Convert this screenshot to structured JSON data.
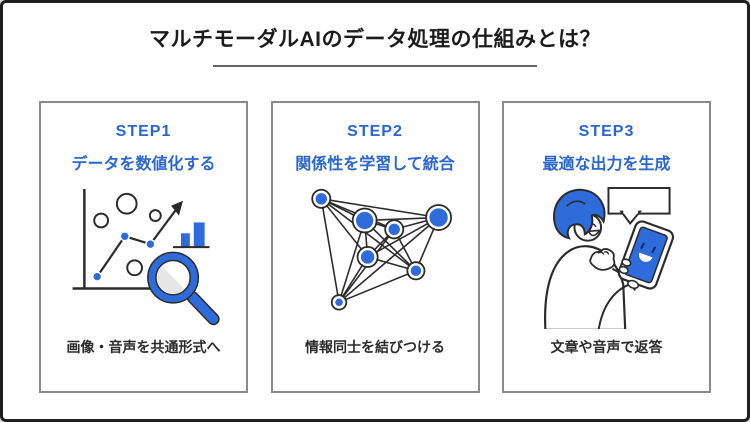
{
  "page": {
    "title": "マルチモーダルAIのデータ処理の仕組みとは？"
  },
  "colors": {
    "accent_blue": "#2a66cf",
    "illustration_blue": "#2e6bdb",
    "outline_dark": "#2b2b2b",
    "card_border": "#8a8a8a",
    "outer_border": "#1f1f1f",
    "title_color": "#1c1c1c",
    "caption_color": "#2b2b2b",
    "divider_color": "#666666"
  },
  "cards": [
    {
      "step": "STEP1",
      "subtitle": "データを数値化する",
      "caption": "画像・音声を共通形式へ",
      "icon": "scatter-chart-magnifier-icon"
    },
    {
      "step": "STEP2",
      "subtitle": "関係性を学習して統合",
      "caption": "情報同士を結びつける",
      "icon": "network-graph-icon"
    },
    {
      "step": "STEP3",
      "subtitle": "最適な出力を生成",
      "caption": "文章や音声で返答",
      "icon": "person-tablet-speech-icon"
    }
  ]
}
